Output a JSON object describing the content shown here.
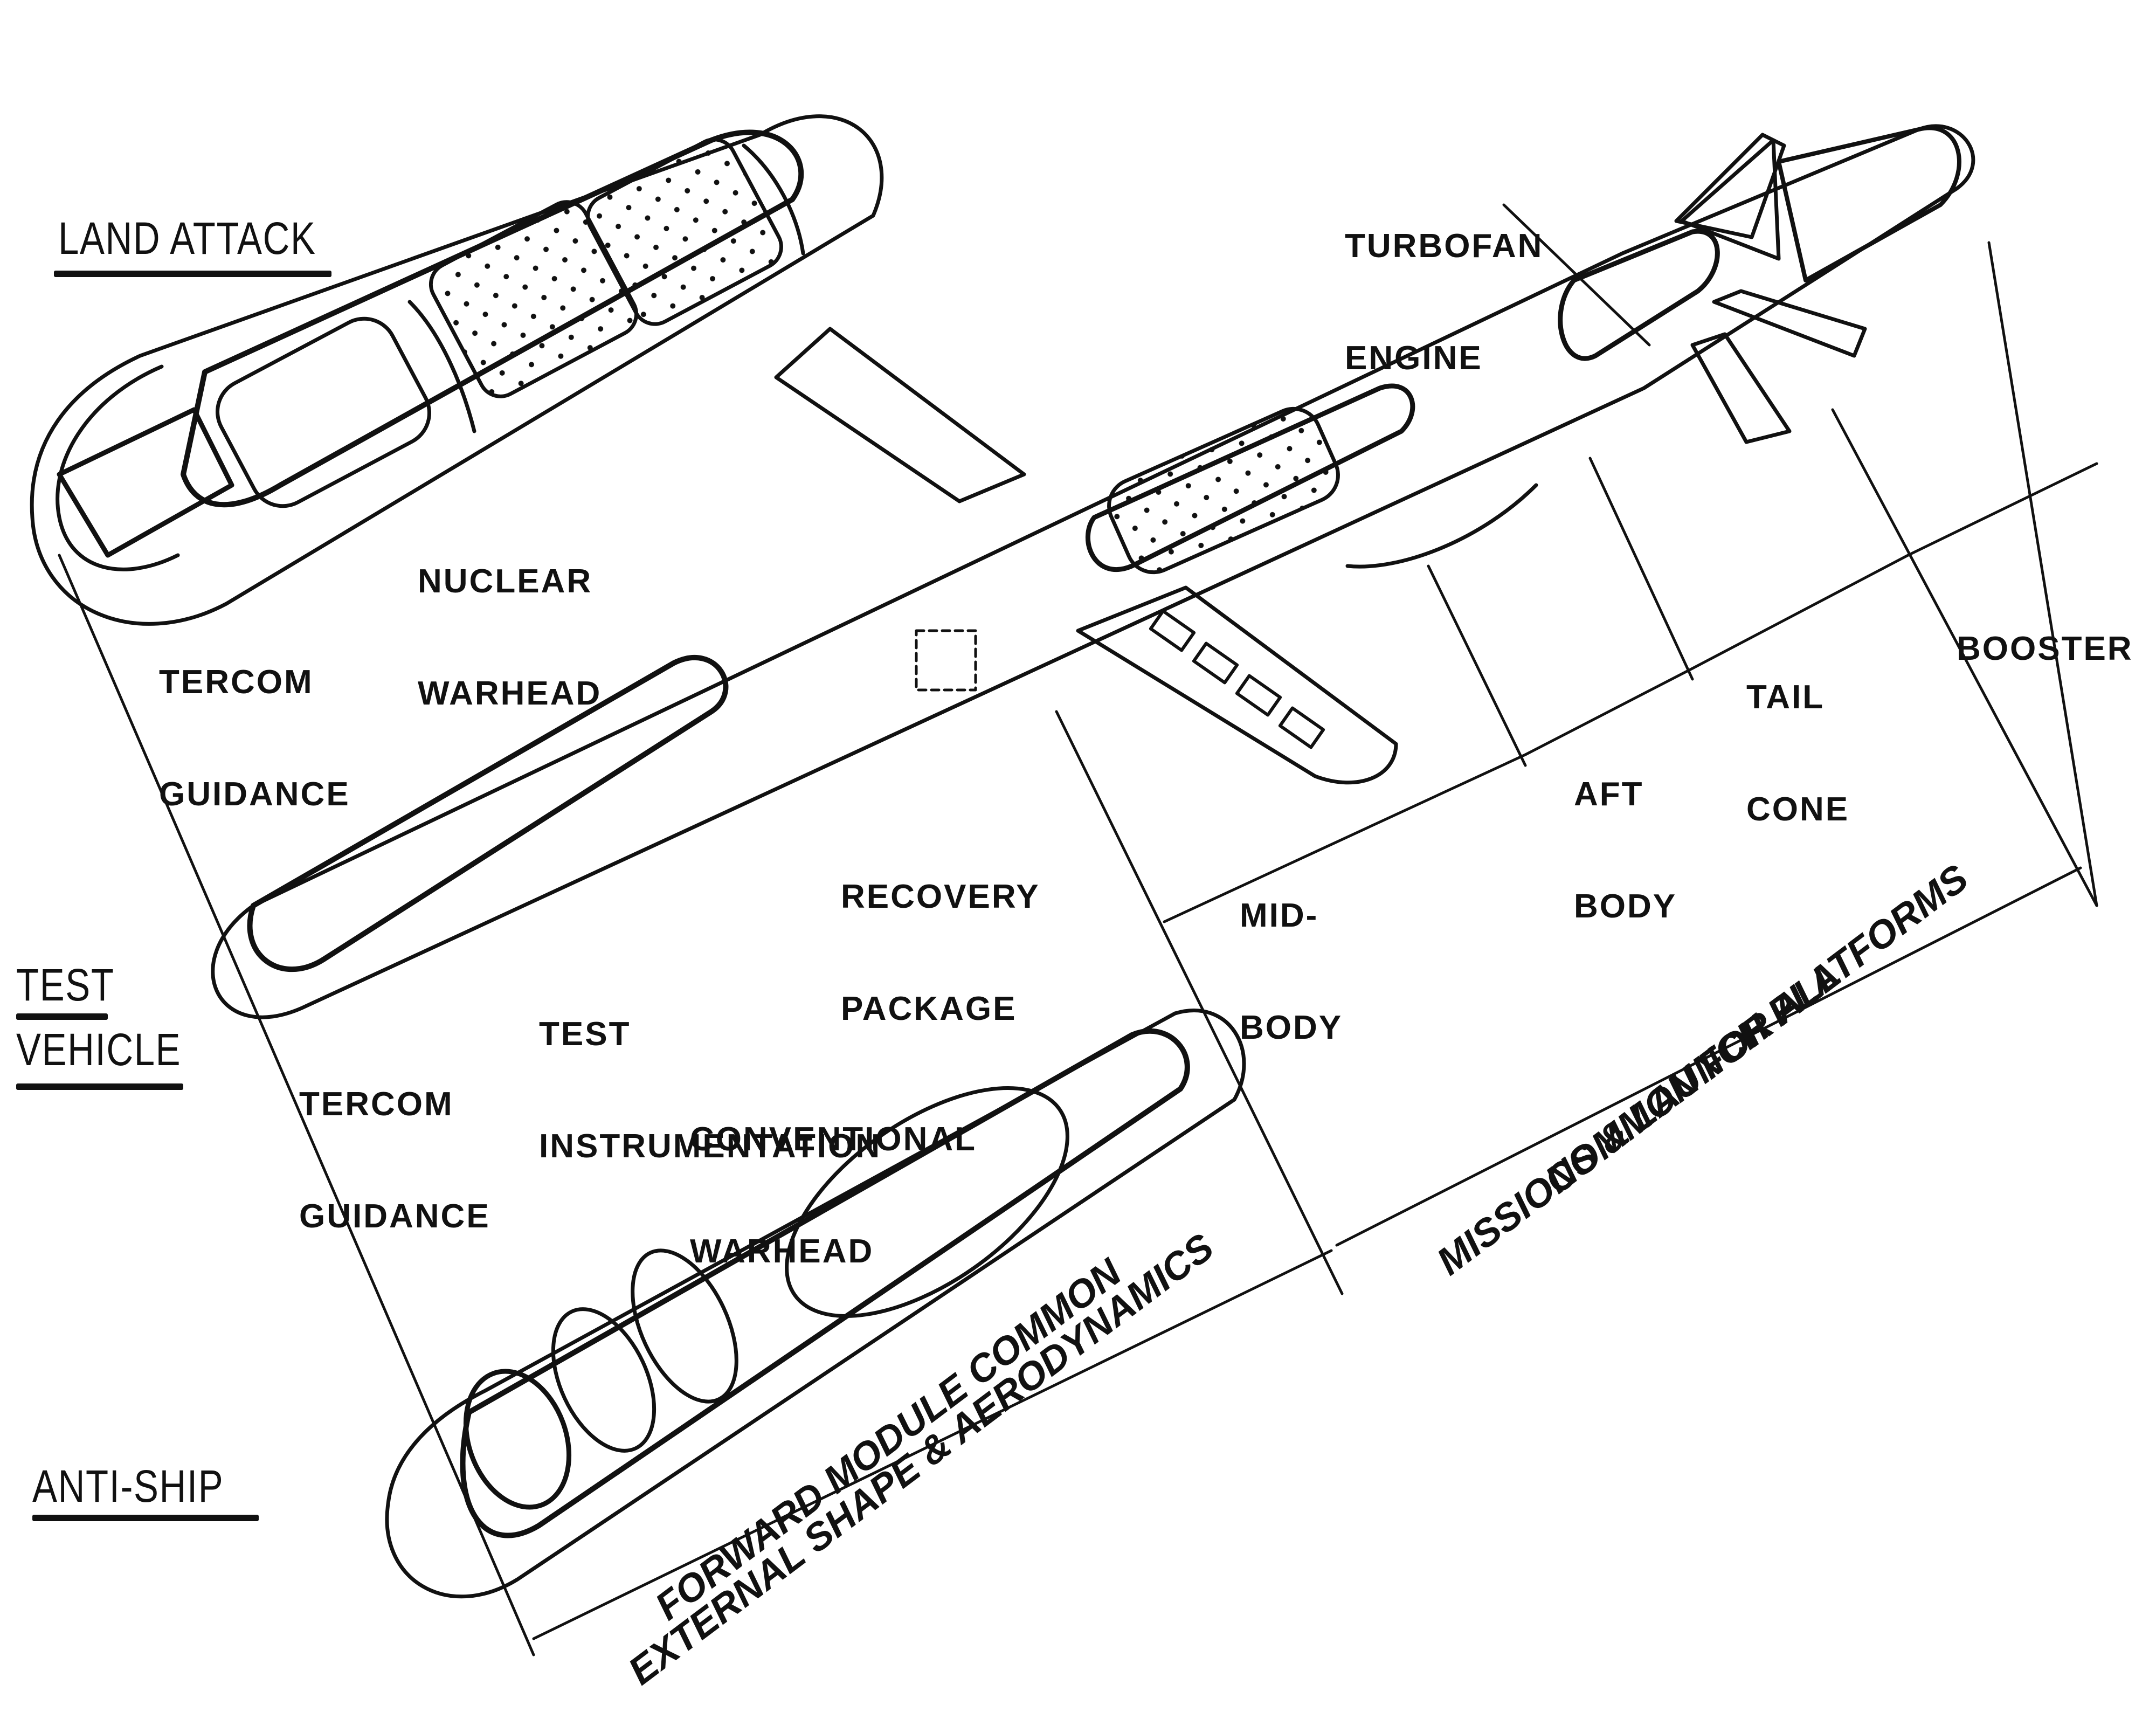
{
  "figure": {
    "subject": "cruise-missile-cutaway",
    "colors": {
      "ink": "#111111",
      "paper": "#ffffff"
    }
  },
  "variants": [
    {
      "id": "land-attack",
      "label": "LAND ATTACK"
    },
    {
      "id": "test-vehicle",
      "label_line1": "TEST",
      "label_line2": "VEHICLE"
    },
    {
      "id": "anti-ship",
      "label": "ANTI-SHIP"
    }
  ],
  "callouts": {
    "nuclear_warhead": {
      "line1": "NUCLEAR",
      "line2": "WARHEAD"
    },
    "tercom_guidance_1": {
      "line1": "TERCOM",
      "line2": "GUIDANCE"
    },
    "tercom_guidance_2": {
      "line1": "TERCOM",
      "line2": "GUIDANCE"
    },
    "recovery_package": {
      "line1": "RECOVERY",
      "line2": "PACKAGE"
    },
    "test_instrumentation": {
      "line1": "TEST",
      "line2": "INSTRUMENTATION"
    },
    "conventional_warhead": {
      "line1": "CONVENTIONAL",
      "line2": "WARHEAD"
    },
    "turbofan_engine": {
      "line1": "TURBOFAN",
      "line2": "ENGINE"
    }
  },
  "sections": {
    "mid_body": {
      "line1": "MID-",
      "line2": "BODY"
    },
    "aft_body": {
      "line1": "AFT",
      "line2": "BODY"
    },
    "tail_cone": {
      "line1": "TAIL",
      "line2": "CONE"
    },
    "booster": {
      "line1": "BOOSTER"
    }
  },
  "dimension_notes": {
    "common_all": {
      "line1": "COMMON FOR ALL",
      "line2": "MISSIONS & LAUNCH PLATFORMS"
    },
    "forward_module": {
      "line1": "FORWARD MODULE COMMON",
      "line2": "EXTERNAL SHAPE & AERODYNAMICS"
    }
  }
}
